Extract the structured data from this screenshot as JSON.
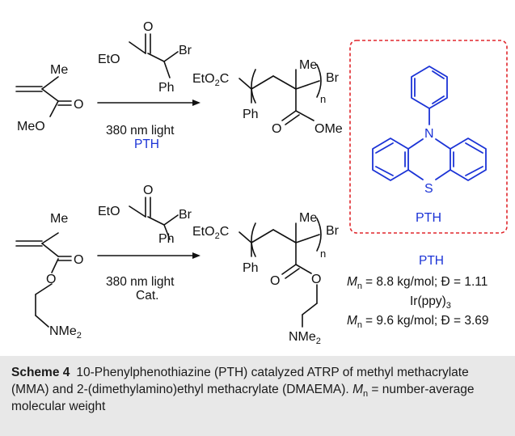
{
  "top_reaction": {
    "monomer_label_me": "Me",
    "monomer_label_o": "O",
    "monomer_label_meo": "MeO",
    "initiator_label_o": "O",
    "initiator_label_eto": "EtO",
    "initiator_label_br": "Br",
    "initiator_label_ph": "Ph",
    "condition_light": "380 nm light",
    "condition_catalyst": "PTH",
    "product_eto2c": "EtO2C",
    "product_me": "Me",
    "product_br": "Br",
    "product_n": "n",
    "product_ph": "Ph",
    "product_o": "O",
    "product_ome": "OMe"
  },
  "bottom_reaction": {
    "monomer_label_me": "Me",
    "monomer_label_o_carbonyl": "O",
    "monomer_label_o_ester": "O",
    "monomer_label_nme2": "NMe2",
    "initiator_label_o": "O",
    "initiator_label_eto": "EtO",
    "initiator_label_br": "Br",
    "initiator_label_ph": "Ph",
    "condition_light": "380 nm light",
    "condition_catalyst": "Cat.",
    "product_eto2c": "EtO2C",
    "product_me": "Me",
    "product_br": "Br",
    "product_n": "n",
    "product_ph": "Ph",
    "product_o_carbonyl": "O",
    "product_o_ester": "O",
    "product_nme2": "NMe2"
  },
  "pth_structure": {
    "atom_n": "N",
    "atom_s": "S",
    "label": "PTH",
    "colors": {
      "structure": "#1b33d6",
      "box": "#e0262b"
    }
  },
  "results": {
    "catalyst_1": "PTH",
    "result_1": "= 8.8 kg/mol; Đ = 1.11",
    "catalyst_2": "Ir(ppy)3",
    "result_2": "= 9.6 kg/mol; Đ = 3.69",
    "mn_symbol": "M",
    "mn_sub": "n"
  },
  "caption": {
    "label": "Scheme 4",
    "text_1": "10-Phenylphenothiazine (PTH) catalyzed ATRP of methyl methacrylate (MMA) and 2-(dimethylamino)ethyl methacrylate (DMAEMA).",
    "mn_symbol": "M",
    "mn_sub": "n",
    "text_2": "= number-average molecular weight"
  }
}
